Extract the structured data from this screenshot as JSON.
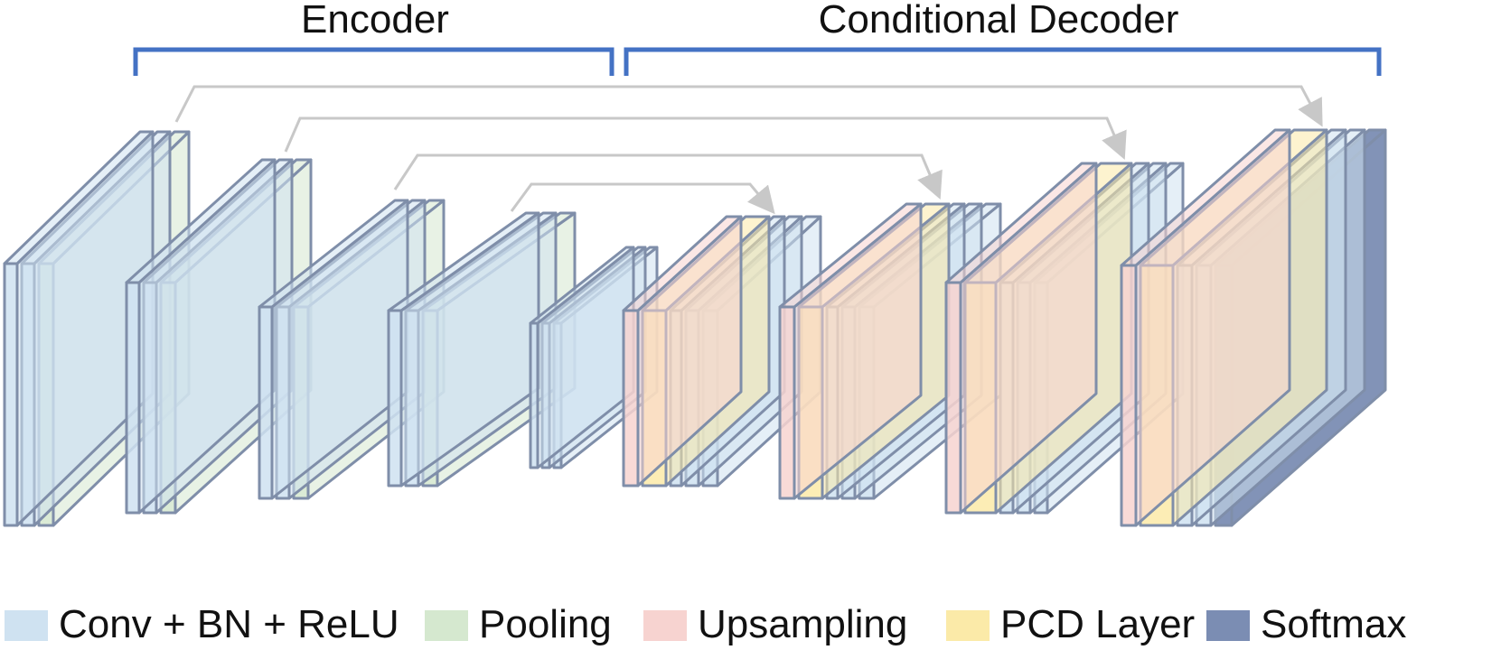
{
  "sections": {
    "encoder": "Encoder",
    "decoder": "Conditional Decoder"
  },
  "legend": [
    {
      "key": "conv",
      "label": "Conv + BN + ReLU",
      "color": "#cfe2f1"
    },
    {
      "key": "pool",
      "label": "Pooling",
      "color": "#d5e8cf"
    },
    {
      "key": "up",
      "label": "Upsampling",
      "color": "#f7d3d0"
    },
    {
      "key": "pcd",
      "label": "PCD Layer",
      "color": "#fbeaa8"
    },
    {
      "key": "soft",
      "label": "Softmax",
      "color": "#7b8db3"
    }
  ],
  "colors": {
    "outline": "#7f8ea9",
    "bracket": "#4472c4",
    "skip": "#c8c8c8"
  }
}
